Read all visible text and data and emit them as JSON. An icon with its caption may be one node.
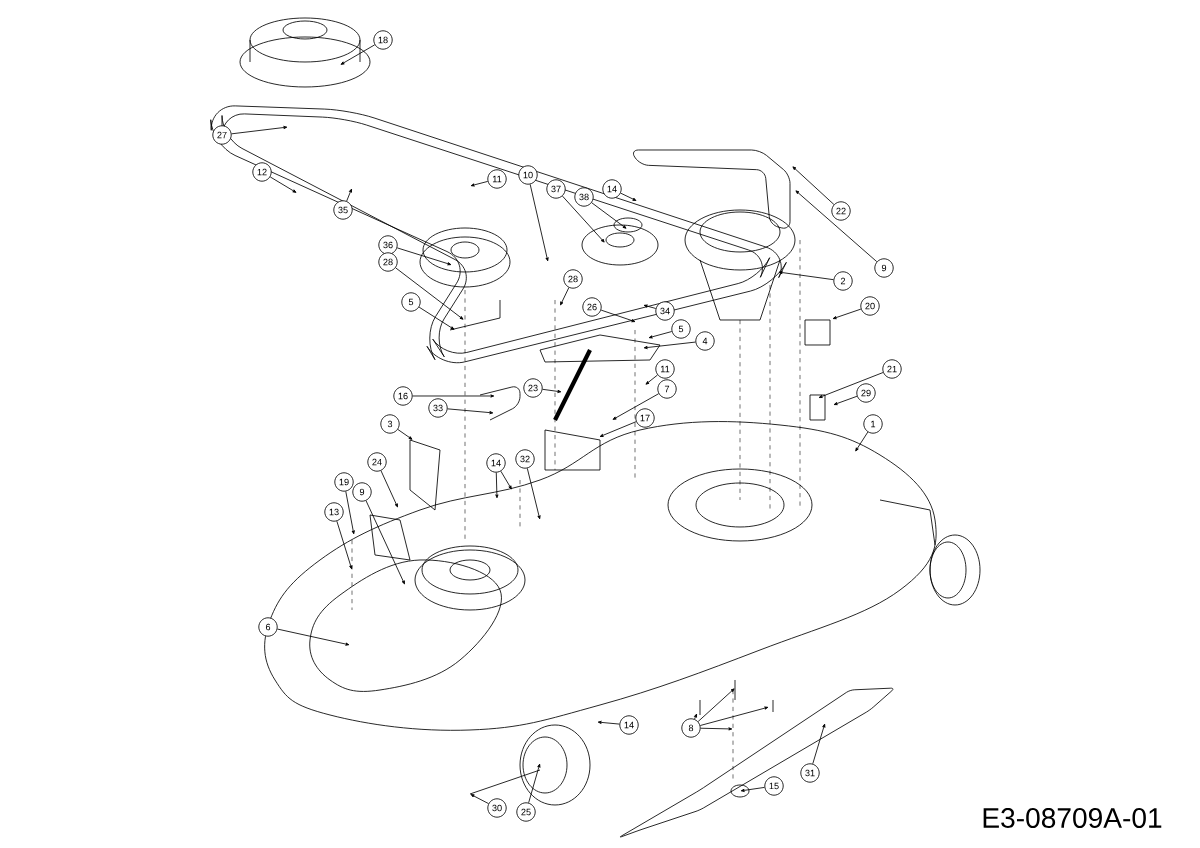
{
  "diagram": {
    "nodes": [
      {
        "text": [
          "18"
        ]
      },
      {
        "text": [
          "27"
        ]
      },
      {
        "text": [
          "12"
        ]
      },
      {
        "text": [
          "35"
        ]
      },
      {
        "text": [
          "11"
        ]
      },
      {
        "text": [
          "10"
        ]
      },
      {
        "text": [
          "37"
        ]
      },
      {
        "text": [
          "38"
        ]
      },
      {
        "text": [
          "14"
        ]
      },
      {
        "text": [
          "22"
        ]
      },
      {
        "text": [
          "9"
        ]
      },
      {
        "text": [
          "36"
        ]
      },
      {
        "text": [
          "28"
        ]
      },
      {
        "text": [
          "28"
        ]
      },
      {
        "text": [
          "26"
        ]
      },
      {
        "text": [
          "34"
        ]
      },
      {
        "text": [
          "5"
        ]
      },
      {
        "text": [
          "5"
        ]
      },
      {
        "text": [
          "2"
        ]
      },
      {
        "text": [
          "20"
        ]
      },
      {
        "text": [
          "4"
        ]
      },
      {
        "text": [
          "11"
        ]
      },
      {
        "text": [
          "7"
        ]
      },
      {
        "text": [
          "23"
        ]
      },
      {
        "text": [
          "17"
        ]
      },
      {
        "text": [
          "21"
        ]
      },
      {
        "text": [
          "29"
        ]
      },
      {
        "text": [
          "1"
        ]
      },
      {
        "text": [
          "16"
        ]
      },
      {
        "text": [
          "33"
        ]
      },
      {
        "text": [
          "3"
        ]
      },
      {
        "text": [
          "14"
        ]
      },
      {
        "text": [
          "32"
        ]
      },
      {
        "text": [
          "24"
        ]
      },
      {
        "text": [
          "19"
        ]
      },
      {
        "text": [
          "9"
        ]
      },
      {
        "text": [
          "13"
        ]
      },
      {
        "text": [
          "6"
        ]
      },
      {
        "text": [
          "14"
        ]
      },
      {
        "text": [
          "8"
        ]
      },
      {
        "text": [
          "31"
        ]
      },
      {
        "text": [
          "15"
        ]
      },
      {
        "text": [
          "30"
        ]
      },
      {
        "text": [
          "25"
        ]
      }
    ],
    "edges": [
      {
        "from": 0,
        "to": null,
        "arrow": "to"
      },
      {
        "from": 1,
        "to": null,
        "arrow": "to"
      },
      {
        "from": 2,
        "to": null,
        "arrow": "to"
      },
      {
        "from": 3,
        "to": null,
        "arrow": "to"
      },
      {
        "from": 4,
        "to": null,
        "arrow": "to"
      },
      {
        "from": 5,
        "to": null,
        "arrow": "to"
      },
      {
        "from": 6,
        "to": null,
        "arrow": "to"
      },
      {
        "from": 7,
        "to": null,
        "arrow": "to"
      },
      {
        "from": 8,
        "to": null,
        "arrow": "to"
      },
      {
        "from": 9,
        "to": null,
        "arrow": "to"
      },
      {
        "from": 10,
        "to": null,
        "arrow": "to"
      },
      {
        "from": 11,
        "to": null,
        "arrow": "to"
      },
      {
        "from": 12,
        "to": null,
        "arrow": "to"
      },
      {
        "from": 13,
        "to": null,
        "arrow": "to"
      },
      {
        "from": 14,
        "to": null,
        "arrow": "to"
      },
      {
        "from": 15,
        "to": null,
        "arrow": "to"
      },
      {
        "from": 16,
        "to": null,
        "arrow": "to"
      },
      {
        "from": 17,
        "to": null,
        "arrow": "to"
      },
      {
        "from": 18,
        "to": null,
        "arrow": "to"
      },
      {
        "from": 19,
        "to": null,
        "arrow": "to"
      },
      {
        "from": 20,
        "to": null,
        "arrow": "to"
      },
      {
        "from": 21,
        "to": null,
        "arrow": "to"
      },
      {
        "from": 22,
        "to": null,
        "arrow": "to"
      },
      {
        "from": 23,
        "to": null,
        "arrow": "to"
      },
      {
        "from": 24,
        "to": null,
        "arrow": "to"
      },
      {
        "from": 25,
        "to": null,
        "arrow": "to"
      },
      {
        "from": 26,
        "to": null,
        "arrow": "to"
      },
      {
        "from": 27,
        "to": null,
        "arrow": "to"
      },
      {
        "from": 28,
        "to": null,
        "arrow": "to"
      },
      {
        "from": 29,
        "to": null,
        "arrow": "to"
      },
      {
        "from": 30,
        "to": null,
        "arrow": "to"
      },
      {
        "from": 31,
        "to": null,
        "arrow": "to"
      },
      {
        "from": 31,
        "to": null,
        "arrow": "to"
      },
      {
        "from": 32,
        "to": null,
        "arrow": "to"
      },
      {
        "from": 33,
        "to": null,
        "arrow": "to"
      },
      {
        "from": 34,
        "to": null,
        "arrow": "to"
      },
      {
        "from": 35,
        "to": null,
        "arrow": "to"
      },
      {
        "from": 36,
        "to": null,
        "arrow": "to"
      },
      {
        "from": 37,
        "to": null,
        "arrow": "to"
      },
      {
        "from": 38,
        "to": null,
        "arrow": "to"
      },
      {
        "from": 39,
        "to": null,
        "arrow": "to"
      },
      {
        "from": 39,
        "to": null,
        "arrow": "to"
      },
      {
        "from": 39,
        "to": null,
        "arrow": "to"
      },
      {
        "from": 39,
        "to": null,
        "arrow": "to"
      },
      {
        "from": 40,
        "to": null,
        "arrow": "to"
      },
      {
        "from": 41,
        "to": null,
        "arrow": "to"
      },
      {
        "from": 42,
        "to": null,
        "arrow": "to"
      },
      {
        "from": 43,
        "to": null,
        "arrow": "to"
      }
    ],
    "labels": [
      "E3-08709A-01"
    ]
  }
}
